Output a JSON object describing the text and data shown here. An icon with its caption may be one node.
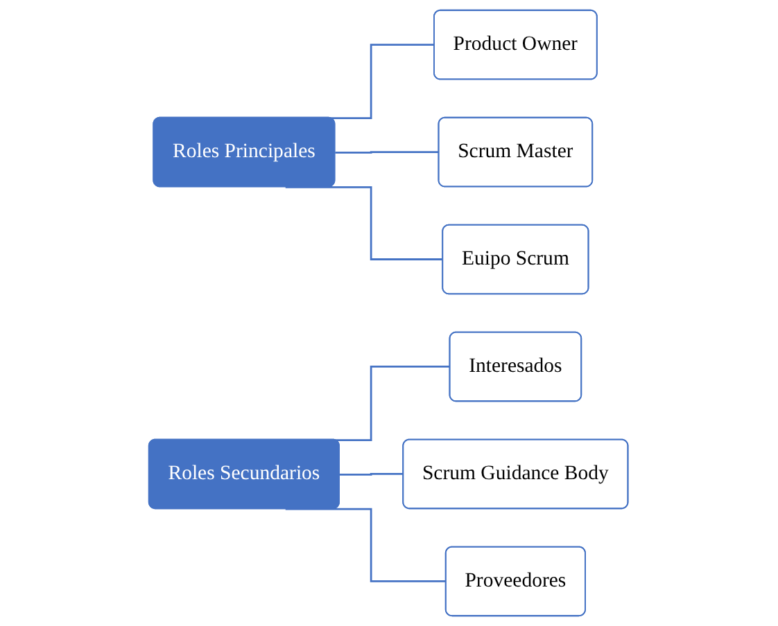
{
  "diagram": {
    "nodes": [
      {
        "text": [
          "Roles Principales"
        ]
      },
      {
        "text": [
          "Product Owner"
        ]
      },
      {
        "text": [
          "Scrum Master"
        ]
      },
      {
        "text": [
          "Euipo Scrum"
        ]
      },
      {
        "text": [
          "Roles Secundarios"
        ]
      },
      {
        "text": [
          "Interesados"
        ]
      },
      {
        "text": [
          "Scrum Guidance Body"
        ]
      },
      {
        "text": [
          "Proveedores"
        ]
      }
    ],
    "edges": [
      {
        "from": 0,
        "to": 1,
        "arrow": "none"
      },
      {
        "from": 0,
        "to": 2,
        "arrow": "none"
      },
      {
        "from": 0,
        "to": 3,
        "arrow": "none"
      },
      {
        "from": 4,
        "to": 5,
        "arrow": "none"
      },
      {
        "from": 4,
        "to": 6,
        "arrow": "none"
      },
      {
        "from": 4,
        "to": 7,
        "arrow": "none"
      }
    ]
  }
}
